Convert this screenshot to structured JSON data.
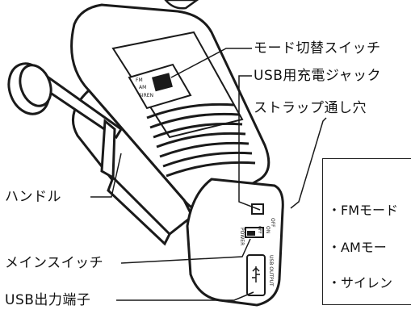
{
  "callouts": {
    "mode_switch": "モード切替スイッチ",
    "usb_charge_jack": "USB用充電ジャック",
    "strap_hole": "ストラップ通し穴",
    "handle": "ハンドル",
    "main_switch": "メインスイッチ",
    "usb_output": "USB出力端子"
  },
  "device_markings": {
    "fm": "FM",
    "am": "AM",
    "siren": "SIREN",
    "on": "ON",
    "off": "OFF",
    "power": "POWER",
    "off_indicator": "OFF",
    "usb_output": "USB OUTPUT"
  },
  "legend": {
    "items": [
      "・FMモード",
      "・AMモー",
      "・サイレン"
    ]
  },
  "colors": {
    "outline": "#1a1a1a",
    "body_fill": "#ffffff",
    "shade": "#1a1a1a"
  }
}
